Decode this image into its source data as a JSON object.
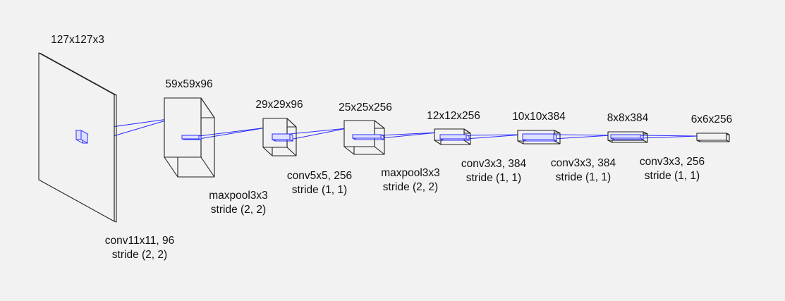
{
  "colors": {
    "background": "#f2f2f2",
    "outline": "#222222",
    "kernel": "#2d2dff",
    "label": "#111111"
  },
  "layers": [
    {
      "id": "input",
      "shape": "127x127x3"
    },
    {
      "id": "conv1",
      "shape": "59x59x96"
    },
    {
      "id": "pool1",
      "shape": "29x29x96"
    },
    {
      "id": "conv2",
      "shape": "25x25x256"
    },
    {
      "id": "pool2",
      "shape": "12x12x256"
    },
    {
      "id": "conv3",
      "shape": "10x10x384"
    },
    {
      "id": "conv4",
      "shape": "8x8x384"
    },
    {
      "id": "conv5",
      "shape": "6x6x256"
    }
  ],
  "operations": [
    {
      "id": "op1",
      "line1": "conv11x11, 96",
      "line2": "stride (2, 2)"
    },
    {
      "id": "op2",
      "line1": "maxpool3x3",
      "line2": "stride (2, 2)"
    },
    {
      "id": "op3",
      "line1": "conv5x5, 256",
      "line2": "stride (1, 1)"
    },
    {
      "id": "op4",
      "line1": "maxpool3x3",
      "line2": "stride (2, 2)"
    },
    {
      "id": "op5",
      "line1": "conv3x3, 384",
      "line2": "stride (1, 1)"
    },
    {
      "id": "op6",
      "line1": "conv3x3, 384",
      "line2": "stride (1, 1)"
    },
    {
      "id": "op7",
      "line1": "conv3x3, 256",
      "line2": "stride (1, 1)"
    }
  ]
}
